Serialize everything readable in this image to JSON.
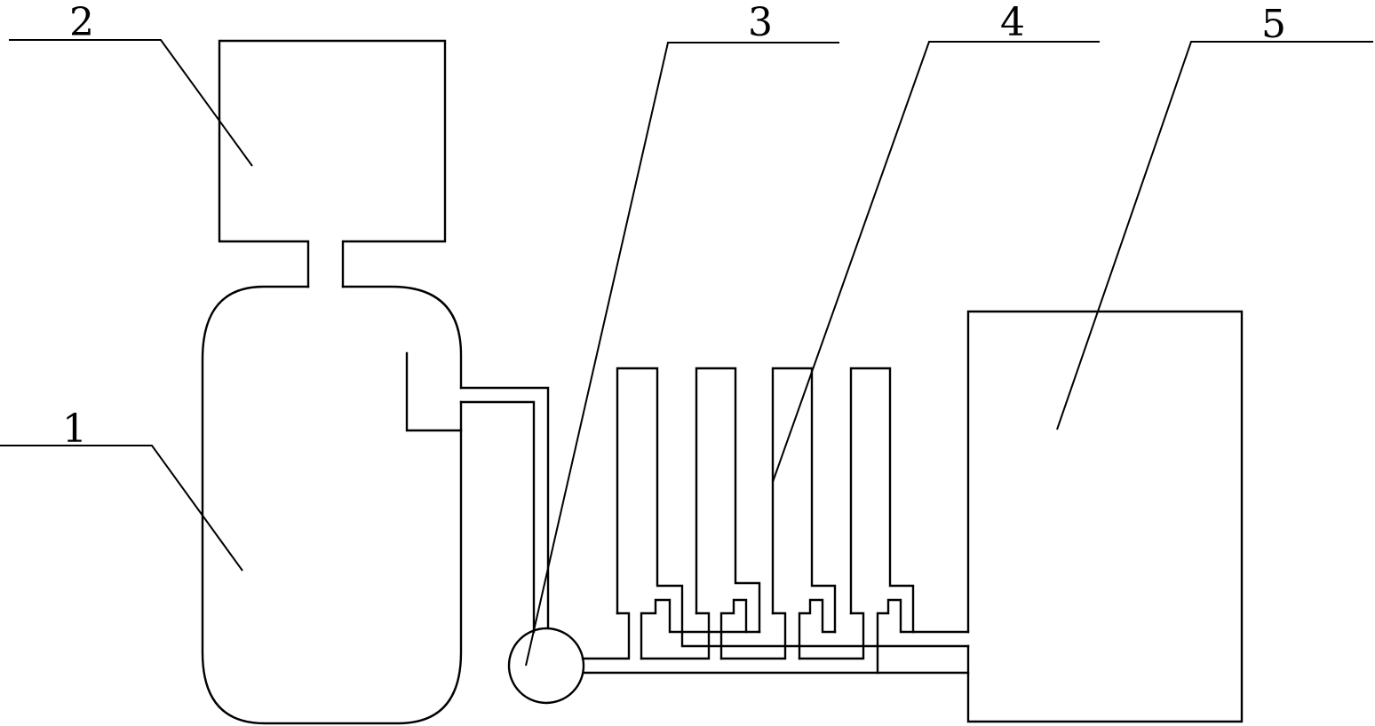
{
  "labels": {
    "l1": "1",
    "l2": "2",
    "l3": "3",
    "l4": "4",
    "l5": "5"
  },
  "colors": {
    "stroke": "#000000",
    "background": "#ffffff"
  }
}
